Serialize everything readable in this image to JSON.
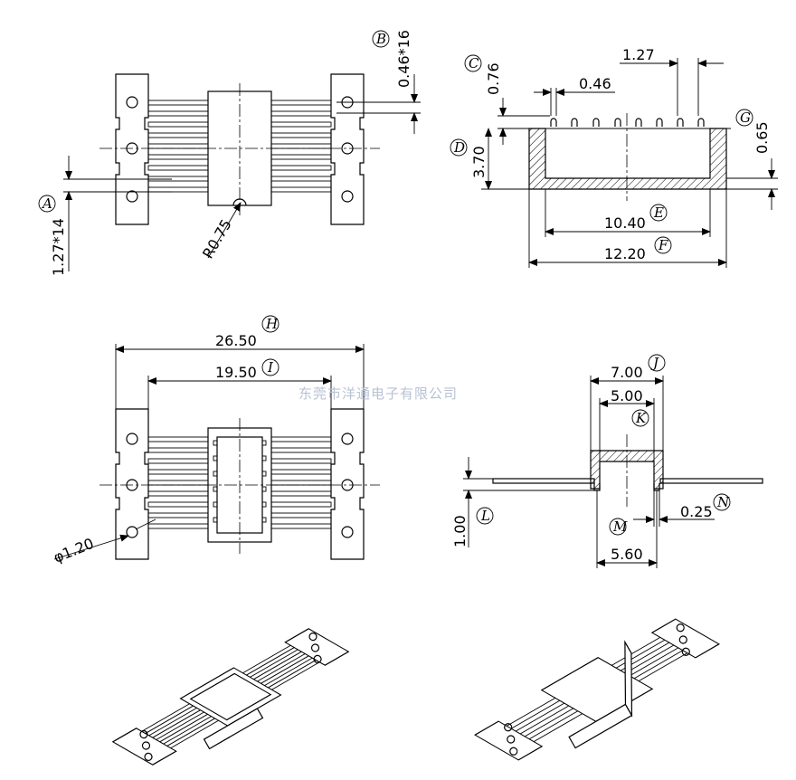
{
  "watermark": "东莞市洋通电子有限公司",
  "dimensions": {
    "a_pitch": "1.27*14",
    "b_pin_width": "0.46*16",
    "c_height": "0.76",
    "pin_gap": "0.46",
    "pitch_top": "1.27",
    "d_height": "3.70",
    "g_floor": "0.65",
    "e_inner": "10.40",
    "f_outer": "12.20",
    "radius": "R0.75",
    "h_total": "26.50",
    "i_span": "19.50",
    "hole_dia": "φ1.20",
    "j_width": "7.00",
    "k_width": "5.00",
    "l_height": "1.00",
    "m_width": "5.60",
    "n_thick": "0.25"
  },
  "letters": {
    "a": "A",
    "b": "B",
    "c": "C",
    "d": "D",
    "e": "E",
    "f": "F",
    "g": "G",
    "h": "H",
    "i": "I",
    "j": "J",
    "k": "K",
    "l": "L",
    "m": "M",
    "n": "N"
  }
}
